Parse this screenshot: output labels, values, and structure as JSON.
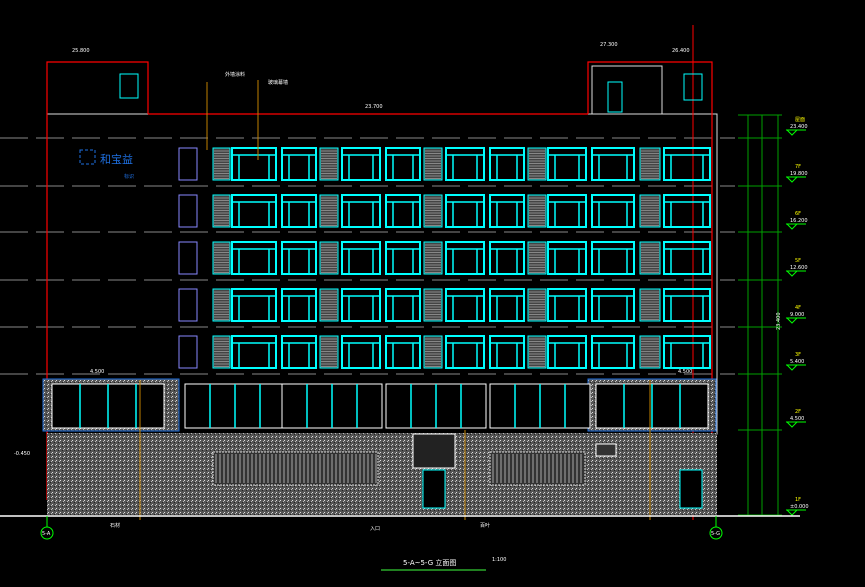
{
  "drawing": {
    "title": "5-A~5-G 立面图",
    "scale": "1:100",
    "axis_left": "5-A",
    "axis_right": "5-G",
    "sign_text": "和宝益",
    "sign_sub": "标识",
    "colors": {
      "window": "#00ffff",
      "outline": "#ff0000",
      "dim": "#00a000",
      "hatch": "#808080",
      "leader": "#c08000",
      "sign": "#1e6fe0"
    }
  },
  "levels": [
    {
      "floor": "屋面",
      "elev": "23.400"
    },
    {
      "floor": "7F",
      "elev": "19.800"
    },
    {
      "floor": "6F",
      "elev": "16.200"
    },
    {
      "floor": "5F",
      "elev": "12.600"
    },
    {
      "floor": "4F",
      "elev": "9.000"
    },
    {
      "floor": "3F",
      "elev": "5.400"
    },
    {
      "floor": "2F",
      "elev": "4.500"
    },
    {
      "floor": "1F",
      "elev": "±0.000"
    }
  ],
  "annotations": {
    "roof_top_left": "25.800",
    "roof_top_right": "26.400",
    "parapet": "23.700",
    "stair_top": "27.300",
    "ground_left": "-0.450",
    "total_height": "23.400",
    "canopy_left": "4.500",
    "canopy_right": "4.500",
    "wall_note": "外墙涂料",
    "stone_note": "石材",
    "glass_note": "玻璃幕墙",
    "door_note": "入口",
    "louver_note": "百叶"
  }
}
